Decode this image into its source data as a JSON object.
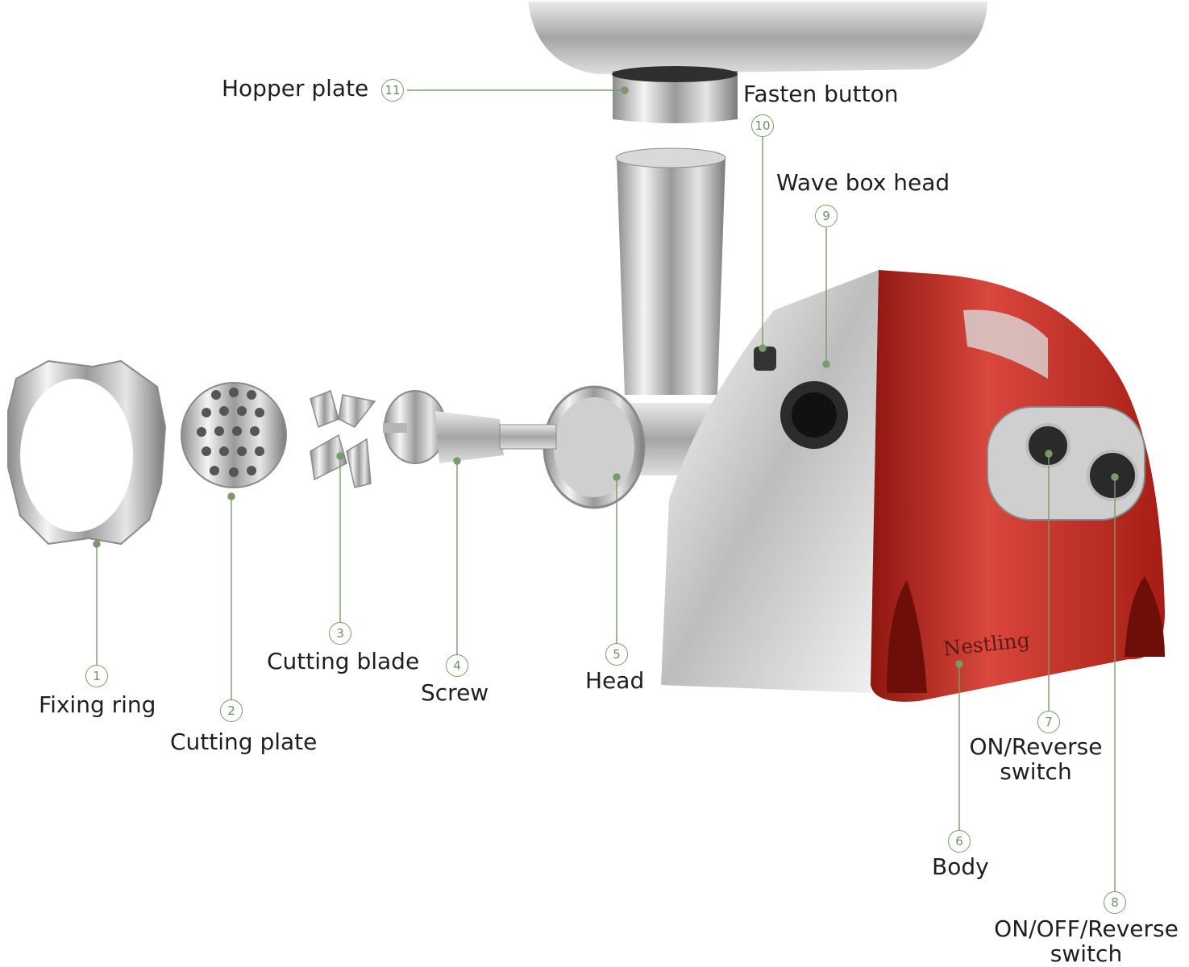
{
  "brand": "Nestling",
  "accent_color": "#7a9a6c",
  "body_color": "#b3261e",
  "parts": [
    {
      "number": "1",
      "label": "Fixing ring"
    },
    {
      "number": "2",
      "label": "Cutting plate"
    },
    {
      "number": "3",
      "label": "Cutting blade"
    },
    {
      "number": "4",
      "label": "Screw"
    },
    {
      "number": "5",
      "label": "Head"
    },
    {
      "number": "6",
      "label": "Body"
    },
    {
      "number": "7",
      "label_line1": "ON/Reverse",
      "label_line2": "switch"
    },
    {
      "number": "8",
      "label_line1": "ON/OFF/Reverse",
      "label_line2": "switch"
    },
    {
      "number": "9",
      "label": "Wave box head"
    },
    {
      "number": "10",
      "label": "Fasten button"
    },
    {
      "number": "11",
      "label": "Hopper plate"
    }
  ]
}
